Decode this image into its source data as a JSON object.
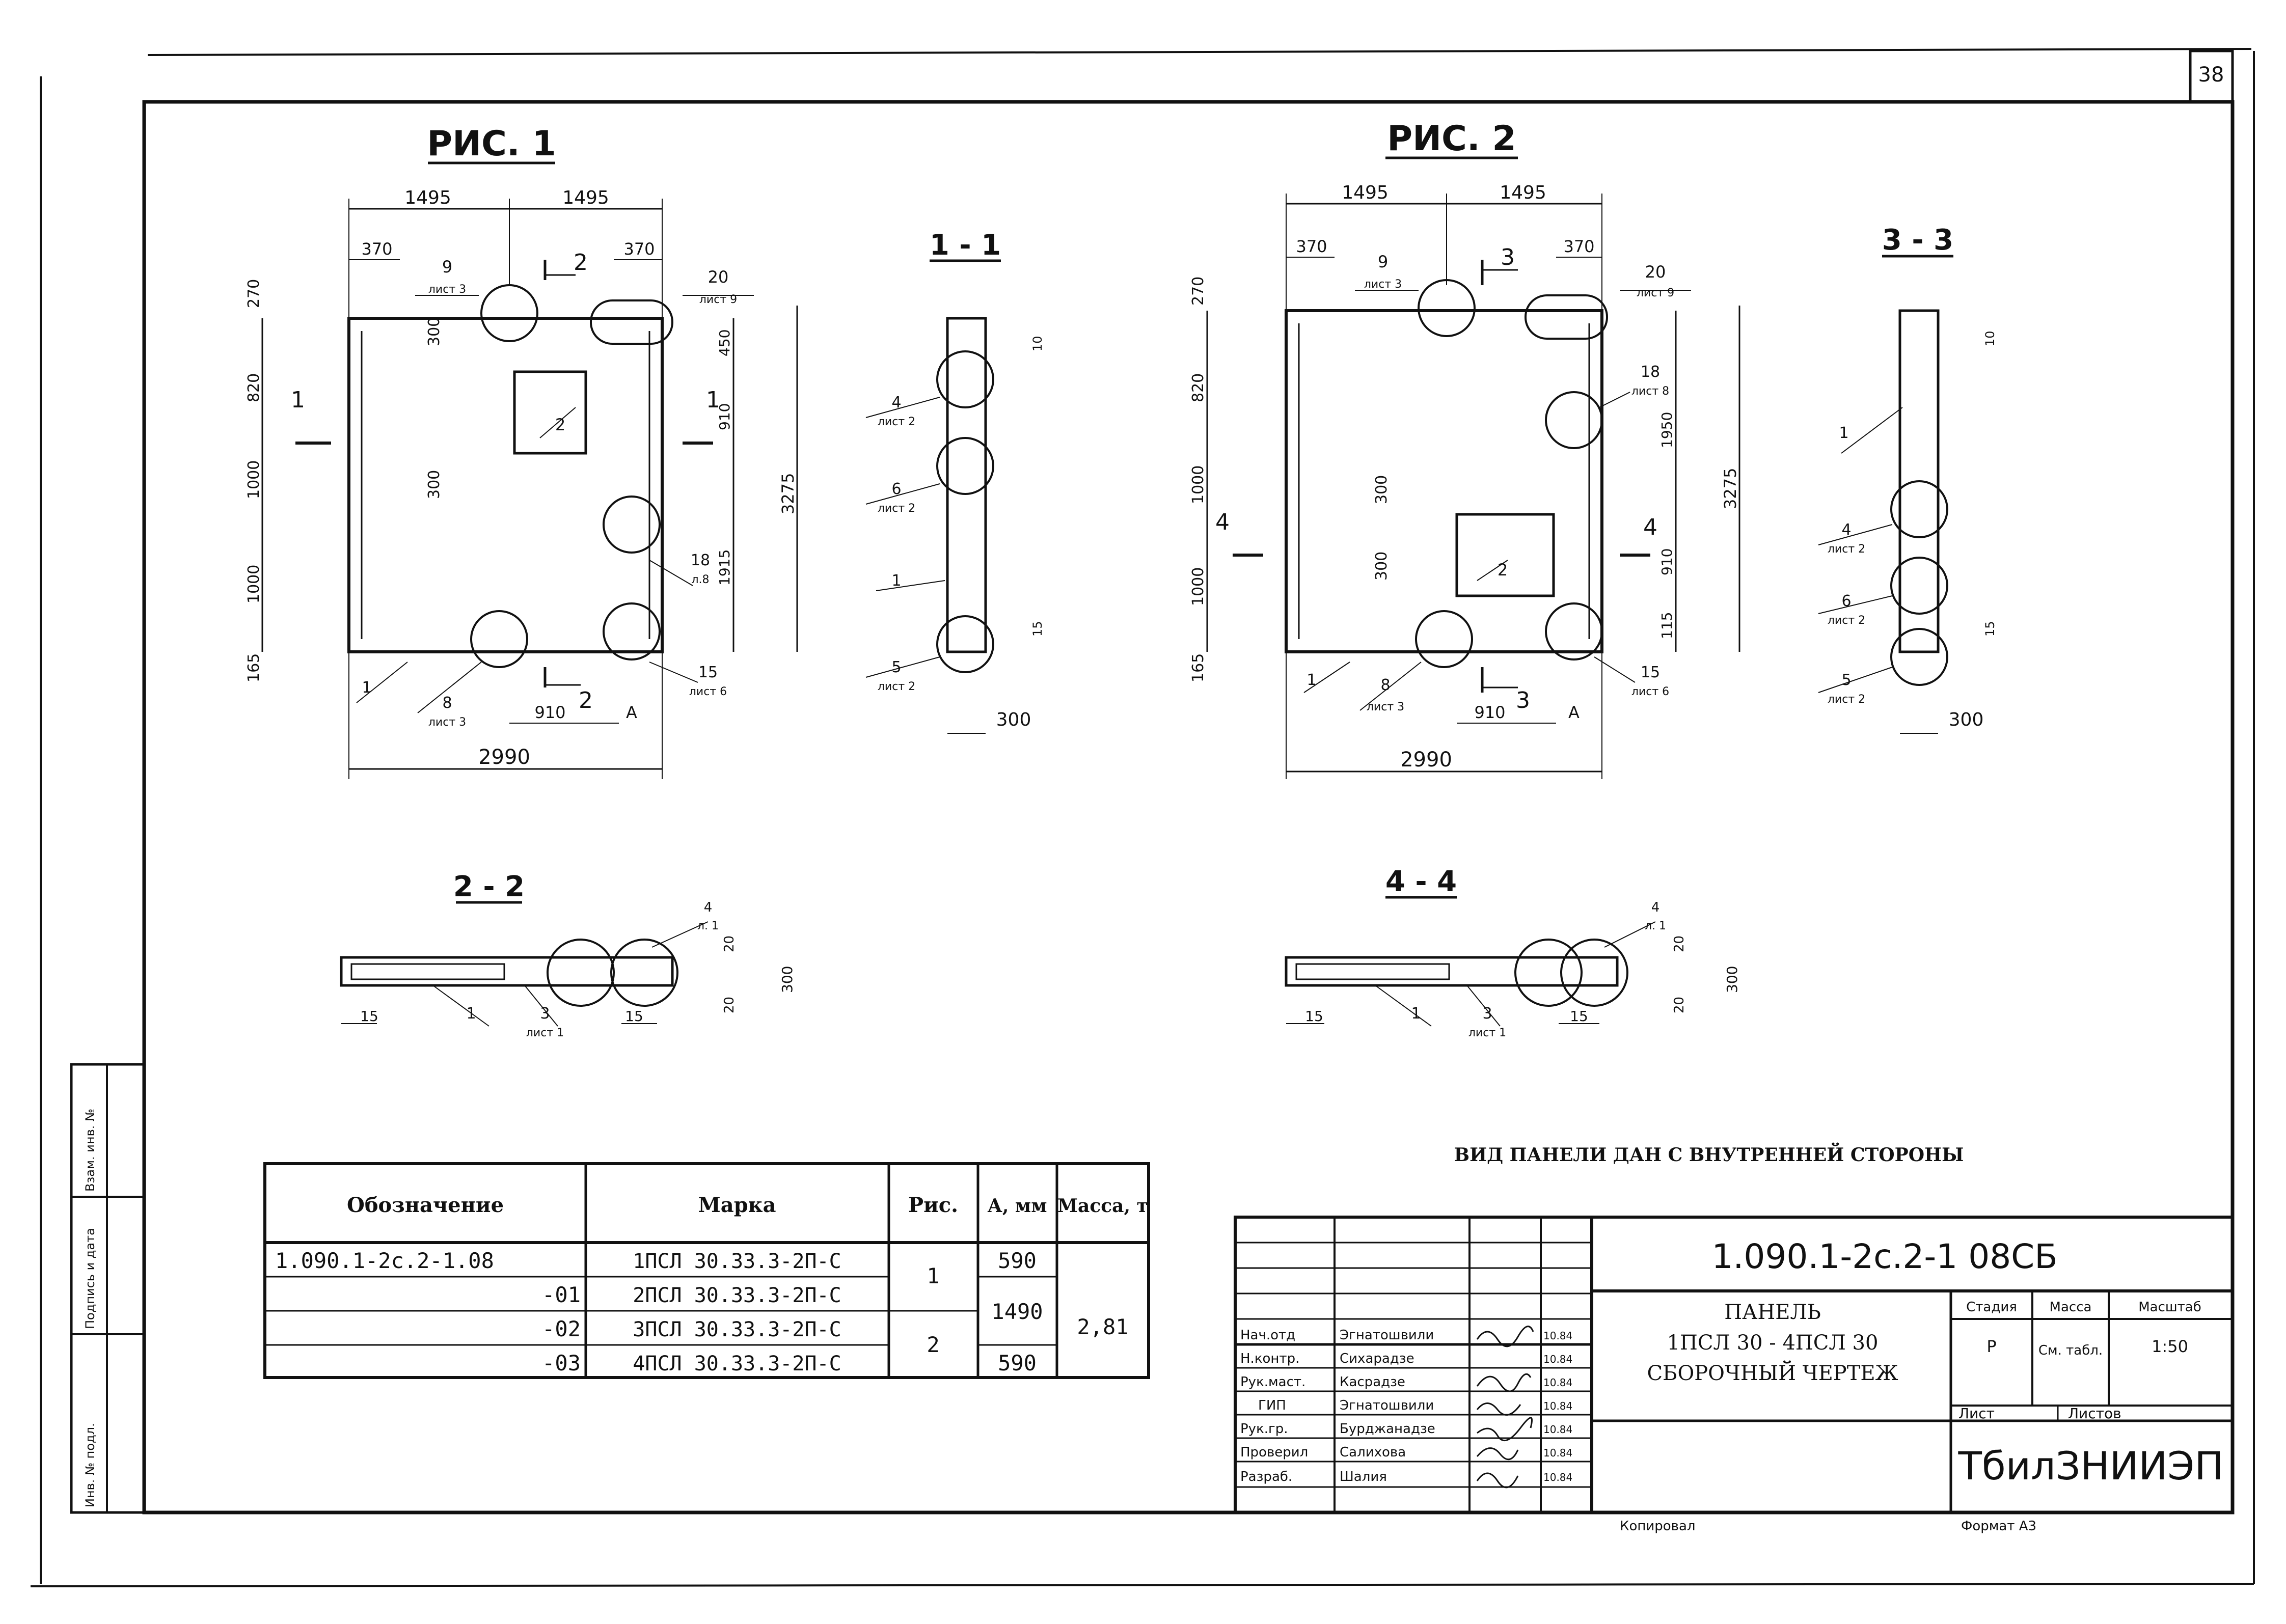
{
  "sheet": {
    "page_number": "38"
  },
  "figures": {
    "fig1": {
      "title": "РИС. 1",
      "dims_top": [
        "1495",
        "1495"
      ],
      "dims_inset": [
        "370",
        "370"
      ],
      "dim_bottom": "2990",
      "dim_opening": "910",
      "dim_a": "A",
      "left_dims": [
        "270",
        "820",
        "1000",
        "1000",
        "165"
      ],
      "right_dims": [
        "450",
        "910",
        "1915"
      ],
      "dim_height": "3275",
      "opening_dims": [
        "300",
        "300"
      ],
      "callouts": [
        {
          "num": "9",
          "sheet": "лист 3"
        },
        {
          "num": "20",
          "sheet": "лист 9"
        },
        {
          "num": "18",
          "sheet": "л.8"
        },
        {
          "num": "15",
          "sheet": "лист 6"
        },
        {
          "num": "8",
          "sheet": "лист 3"
        },
        {
          "num": "1",
          "sheet": ""
        },
        {
          "num": "2",
          "sheet": ""
        }
      ],
      "section_marks": [
        "2",
        "2",
        "1",
        "1"
      ]
    },
    "fig2": {
      "title": "РИС. 2",
      "dims_top": [
        "1495",
        "1495"
      ],
      "dims_inset": [
        "370",
        "370"
      ],
      "dim_bottom": "2990",
      "dim_opening": "910",
      "dim_a": "A",
      "left_dims": [
        "270",
        "820",
        "1000",
        "1000",
        "165"
      ],
      "right_dims": [
        "1950",
        "910",
        "115"
      ],
      "dim_height": "3275",
      "opening_dims": [
        "300",
        "300"
      ],
      "callouts": [
        {
          "num": "9",
          "sheet": "лист 3"
        },
        {
          "num": "20",
          "sheet": "лист 9"
        },
        {
          "num": "18",
          "sheet": "лист 8"
        },
        {
          "num": "15",
          "sheet": "лист 6"
        },
        {
          "num": "8",
          "sheet": "лист 3"
        },
        {
          "num": "1",
          "sheet": ""
        },
        {
          "num": "2",
          "sheet": ""
        }
      ],
      "section_marks": [
        "3",
        "3",
        "4",
        "4"
      ]
    },
    "sec11": {
      "title": "1 - 1",
      "callouts": [
        {
          "num": "4",
          "sheet": "лист 2"
        },
        {
          "num": "6",
          "sheet": "лист 2"
        },
        {
          "num": "1",
          "sheet": ""
        },
        {
          "num": "5",
          "sheet": "лист 2"
        }
      ],
      "dims": [
        "300",
        "10",
        "15"
      ]
    },
    "sec33": {
      "title": "3 - 3",
      "callouts": [
        {
          "num": "1",
          "sheet": ""
        },
        {
          "num": "4",
          "sheet": "лист 2"
        },
        {
          "num": "6",
          "sheet": "лист 2"
        },
        {
          "num": "5",
          "sheet": "лист 2"
        }
      ],
      "dims": [
        "300",
        "10",
        "15"
      ]
    },
    "sec22": {
      "title": "2 - 2",
      "callouts": [
        {
          "num": "1",
          "sheet": ""
        },
        {
          "num": "3",
          "sheet": "лист 1"
        },
        {
          "num": "4",
          "sheet": "л. 1"
        }
      ],
      "dims": [
        "15",
        "15",
        "20",
        "20",
        "300"
      ]
    },
    "sec44": {
      "title": "4 - 4",
      "callouts": [
        {
          "num": "1",
          "sheet": ""
        },
        {
          "num": "3",
          "sheet": "лист 1"
        },
        {
          "num": "4",
          "sheet": "л. 1"
        }
      ],
      "dims": [
        "15",
        "15",
        "20",
        "20",
        "300"
      ]
    }
  },
  "view_caption": "ВИД ПАНЕЛИ ДАН С ВНУТРЕННЕЙ СТОРОНЫ",
  "spec_table": {
    "headers": [
      "Обозначение",
      "Марка",
      "Рис.",
      "А, мм",
      "Масса, т"
    ],
    "rows": [
      {
        "designation": "1.090.1-2с.2-1.08",
        "mark": "1ПСЛ 30.33.3-2П-С",
        "fig": "1",
        "a": "590",
        "mass": "2,81"
      },
      {
        "designation": "-01",
        "mark": "2ПСЛ 30.33.3-2П-С",
        "fig": "",
        "a": "1490",
        "mass": ""
      },
      {
        "designation": "-02",
        "mark": "3ПСЛ 30.33.3-2П-С",
        "fig": "2",
        "a": "",
        "mass": ""
      },
      {
        "designation": "-03",
        "mark": "4ПСЛ 30.33.3-2П-С",
        "fig": "",
        "a": "590",
        "mass": ""
      }
    ]
  },
  "side_stamp": [
    "Инв. № подл.",
    "Подпись и дата",
    "Взам. инв. №"
  ],
  "title_block": {
    "code": "1.090.1-2с.2-1  08СБ",
    "name_lines": [
      "ПАНЕЛЬ",
      "1ПСЛ 30 - 4ПСЛ 30",
      "СБОРОЧНЫЙ ЧЕРТЕЖ"
    ],
    "stage_header": "Стадия",
    "mass_header": "Масса",
    "scale_header": "Масштаб",
    "stage": "Р",
    "mass": "См. табл.",
    "scale": "1:50",
    "sheet_label": "Лист",
    "sheets_label": "Листов",
    "org": "ТбилЗНИИЭП",
    "people": [
      {
        "role": "Нач.отд",
        "name": "Эгнатошвили",
        "date": "10.84"
      },
      {
        "role": "Н.контр.",
        "name": "Сихарадзе",
        "date": "10.84"
      },
      {
        "role": "Рук.маст.",
        "name": "Касрадзе",
        "date": "10.84"
      },
      {
        "role": "ГИП",
        "name": "Эгнатошвили",
        "date": "10.84"
      },
      {
        "role": "Рук.гр.",
        "name": "Бурджанадзе",
        "date": "10.84"
      },
      {
        "role": "Проверил",
        "name": "Салихова",
        "date": "10.84"
      },
      {
        "role": "Разраб.",
        "name": "Шалия",
        "date": "10.84"
      }
    ]
  },
  "footer": {
    "copied": "Копировал",
    "format": "Формат А3"
  }
}
